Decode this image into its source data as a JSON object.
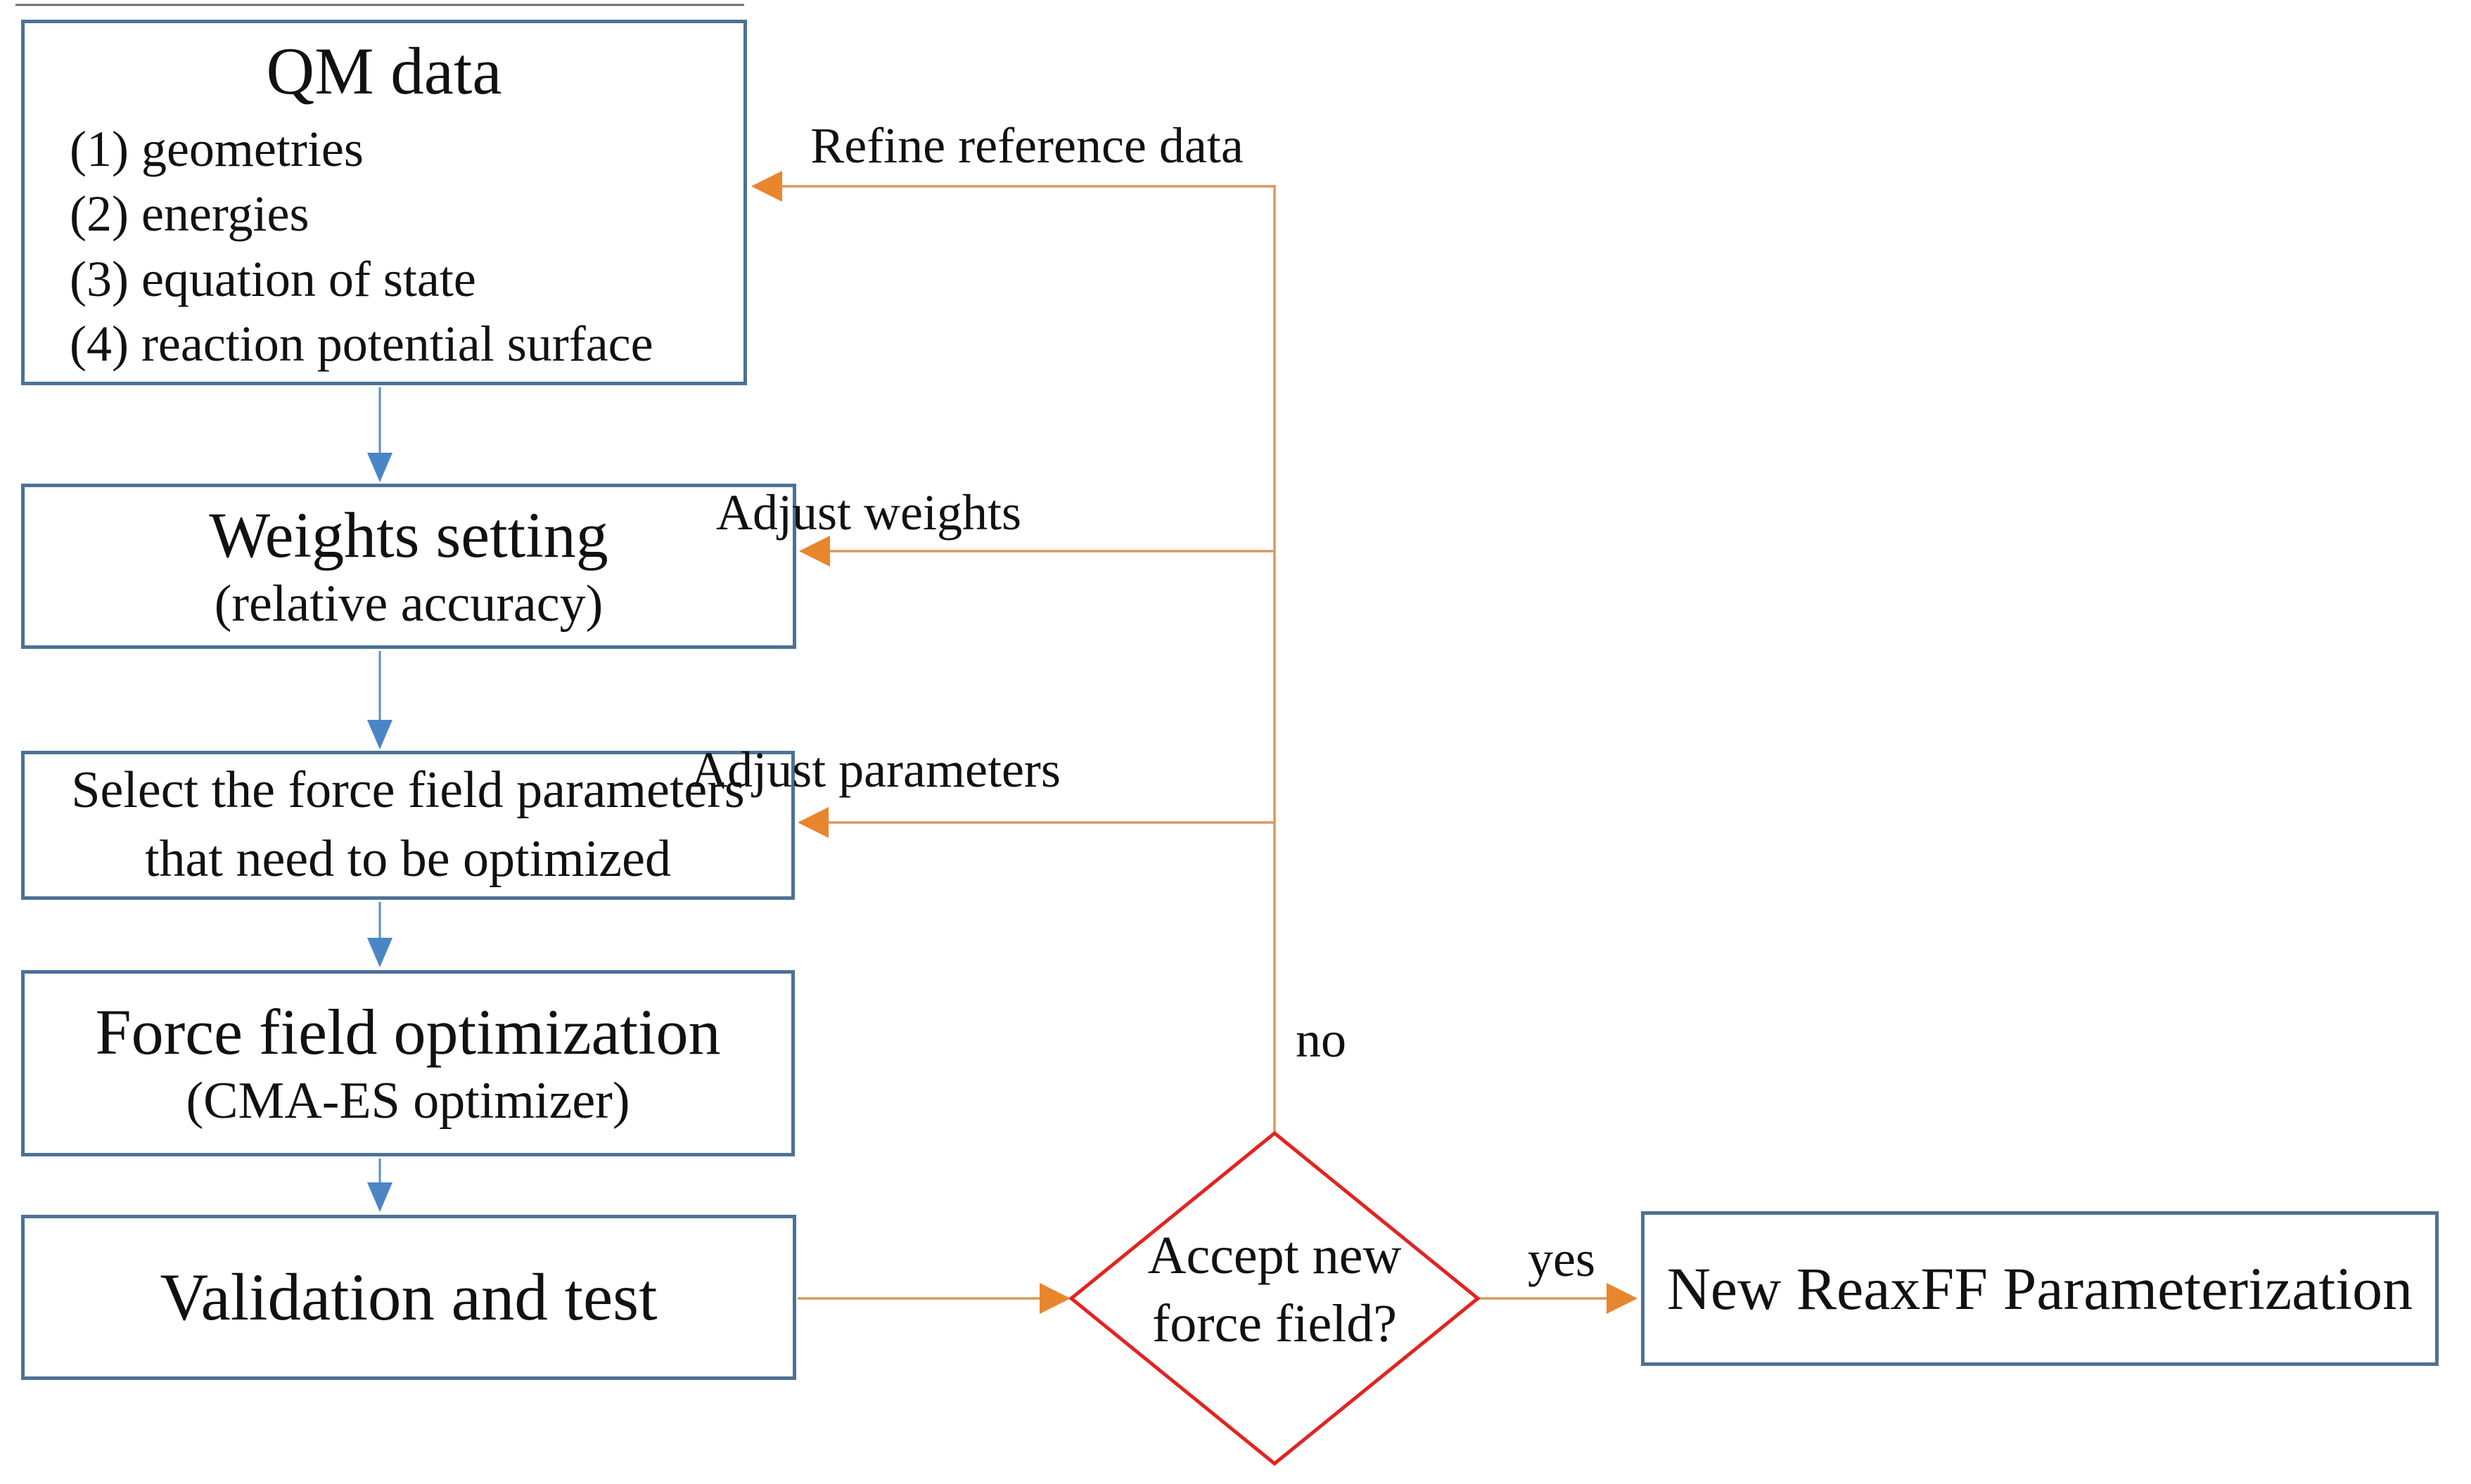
{
  "figure": {
    "boxes": {
      "qm": {
        "title": "QM data",
        "items": [
          "(1) geometries",
          "(2) energies",
          "(3) equation of state",
          "(4) reaction potential surface"
        ]
      },
      "weights": {
        "title": "Weights setting",
        "subtitle": "(relative accuracy)"
      },
      "select_params": {
        "line1": "Select the force field parameters",
        "line2": "that need to be optimized"
      },
      "optimization": {
        "title": "Force field optimization",
        "subtitle": "(CMA-ES optimizer)"
      },
      "validation": {
        "title": "Validation and test"
      },
      "result": {
        "title": "New ReaxFF Parameterization"
      }
    },
    "decision": {
      "line1": "Accept new",
      "line2": "force field?"
    },
    "labels": {
      "refine": "Refine reference data",
      "adjust_weights": "Adjust weights",
      "adjust_parameters": "Adjust parameters",
      "no": "no",
      "yes": "yes"
    },
    "colors": {
      "box_border": "#4d7195",
      "flow_arrow": "#5b8cc8",
      "flow_arrowhead": "#4a86c6",
      "feedback_line": "#d89a62",
      "feedback_arrowhead": "#e8862e",
      "decision_border": "#e32320",
      "text": "#111111"
    }
  }
}
